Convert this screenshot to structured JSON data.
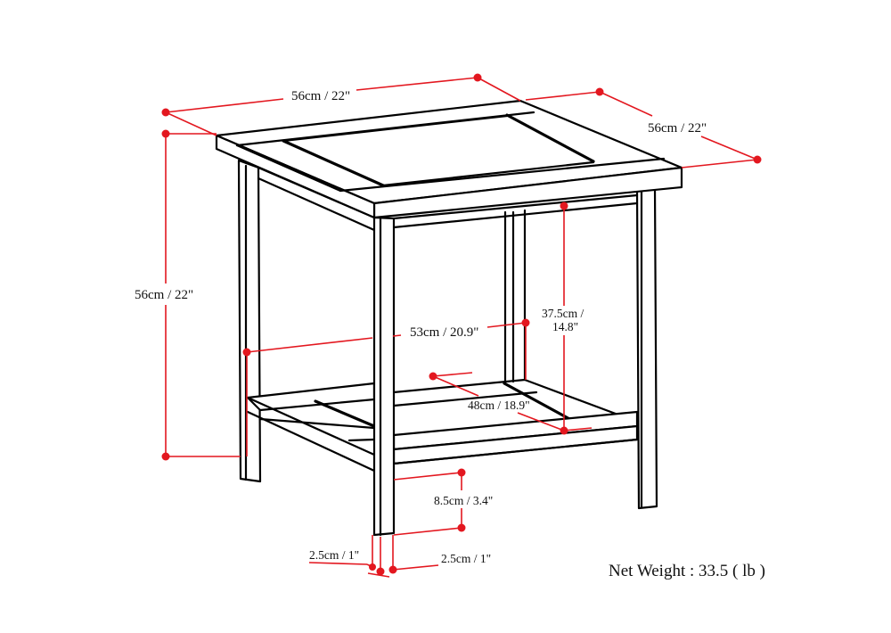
{
  "diagram": {
    "subject": "Square end table with lower shelf",
    "colors": {
      "outline": "#000000",
      "dimension": "#e3171f",
      "background": "#ffffff"
    },
    "dimensions": {
      "width": "56cm / 22\"",
      "depth": "56cm / 22\"",
      "height": "56cm / 22\"",
      "inner_width": "53cm / 20.9\"",
      "shelf_depth": "48cm / 18.9\"",
      "shelf_clearance_line1": "37.5cm /",
      "shelf_clearance_line2": "14.8\"",
      "shelf_height": "8.5cm / 3.4\"",
      "leg_width_left": "2.5cm / 1\"",
      "leg_width_right": "2.5cm / 1\""
    },
    "net_weight": "Net Weight : 33.5 ( lb )"
  }
}
